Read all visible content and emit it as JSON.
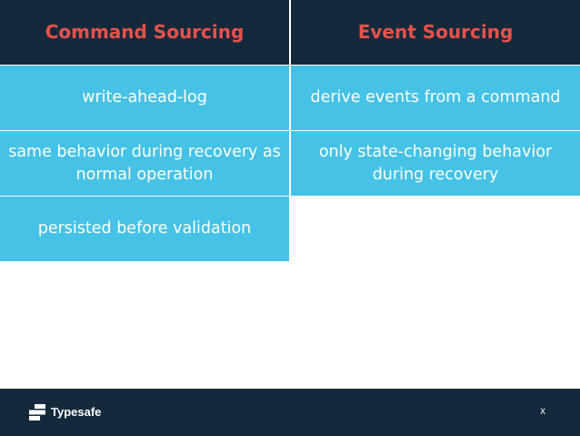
{
  "table": {
    "headers": [
      "Command Sourcing",
      "Event Sourcing"
    ],
    "rows": [
      [
        "write-ahead-log",
        "derive events from a command"
      ],
      [
        "same behavior during recovery as normal operation",
        "only state-changing behavior during recovery"
      ],
      [
        "persisted before validation",
        ""
      ]
    ]
  },
  "footer": {
    "brand": "Typesafe",
    "page_mark": "X",
    "logo_icon": "typesafe-logo-icon"
  },
  "colors": {
    "header_bg": "#142a3c",
    "header_text": "#e8524a",
    "cell_bg": "#45c2e6",
    "cell_text": "#ffffff",
    "footer_bg": "#142a3c"
  }
}
